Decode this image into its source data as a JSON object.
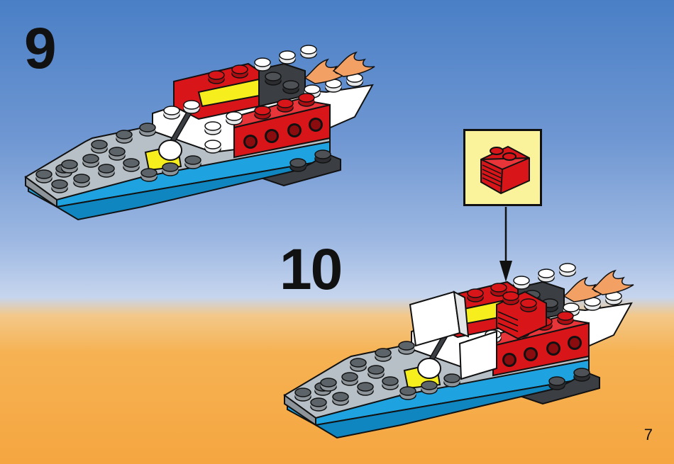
{
  "steps": [
    {
      "number": "9"
    },
    {
      "number": "10"
    }
  ],
  "page_number": "7",
  "colors": {
    "brick_red": "#d8161a",
    "hull_blue": "#1fa3e0",
    "light_gray": "#b7c0c6",
    "dark_gray": "#3b3e42",
    "white": "#ffffff",
    "yellow": "#f7ee1e",
    "flame": "#f3a065",
    "callout_bg": "#fbf39b"
  },
  "icons": {
    "new_part": "red-slope-brick-icon",
    "arrow": "down-arrow-icon",
    "boat9": "speedboat-model-step-9",
    "boat10": "speedboat-model-step-10"
  }
}
